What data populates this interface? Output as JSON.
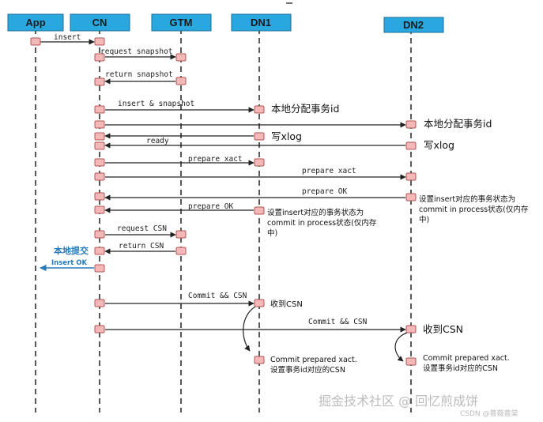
{
  "participants": {
    "app": "App",
    "cn": "CN",
    "gtm": "GTM",
    "dn1": "DN1",
    "dn2": "DN2"
  },
  "messages": {
    "insert": "insert",
    "request_snapshot": "request snapshot",
    "return_snapshot": "return snapshot",
    "insert_snapshot": "insert & snapshot",
    "ready": "ready",
    "prepare_xact_dn1": "prepare xact",
    "prepare_xact_dn2": "prepare xact",
    "prepare_ok_dn2": "prepare OK",
    "prepare_ok_dn1": "prepare OK",
    "request_csn": "request CSN",
    "return_csn": "return CSN",
    "insert_ok": "Insert OK",
    "commit_csn_dn1": "Commit && CSN",
    "commit_csn_dn2": "Commit && CSN"
  },
  "notes": {
    "dn1_alloc": "本地分配事务id",
    "dn2_alloc": "本地分配事务id",
    "dn1_xlog": "写xlog",
    "dn2_xlog": "写xlog",
    "dn2_state": [
      "设置insert对应的事务状态为",
      "commit in process状态(仅内存",
      "中)"
    ],
    "dn1_state": [
      "设置insert对应的事务状态为",
      "commit in process状态(仅内存",
      "中)"
    ],
    "local_commit": "本地提交",
    "dn1_recv_csn": "收到CSN",
    "dn2_recv_csn": "收到CSN",
    "dn1_commit": [
      "Commit prepared xact.",
      "设置事务id对应的CSN"
    ],
    "dn2_commit": [
      "Commit prepared xact.",
      "设置事务id对应的CSN"
    ]
  },
  "watermark": {
    "main": "掘金技术社区 @ 回忆煎成饼",
    "sub": "CSDN @蔷薇蔷棠"
  },
  "colors": {
    "header_fill": "#29a8e0",
    "activation_fill": "#f4b8b8",
    "activation_stroke": "#b05656",
    "accent_blue": "#2a7ab8"
  }
}
